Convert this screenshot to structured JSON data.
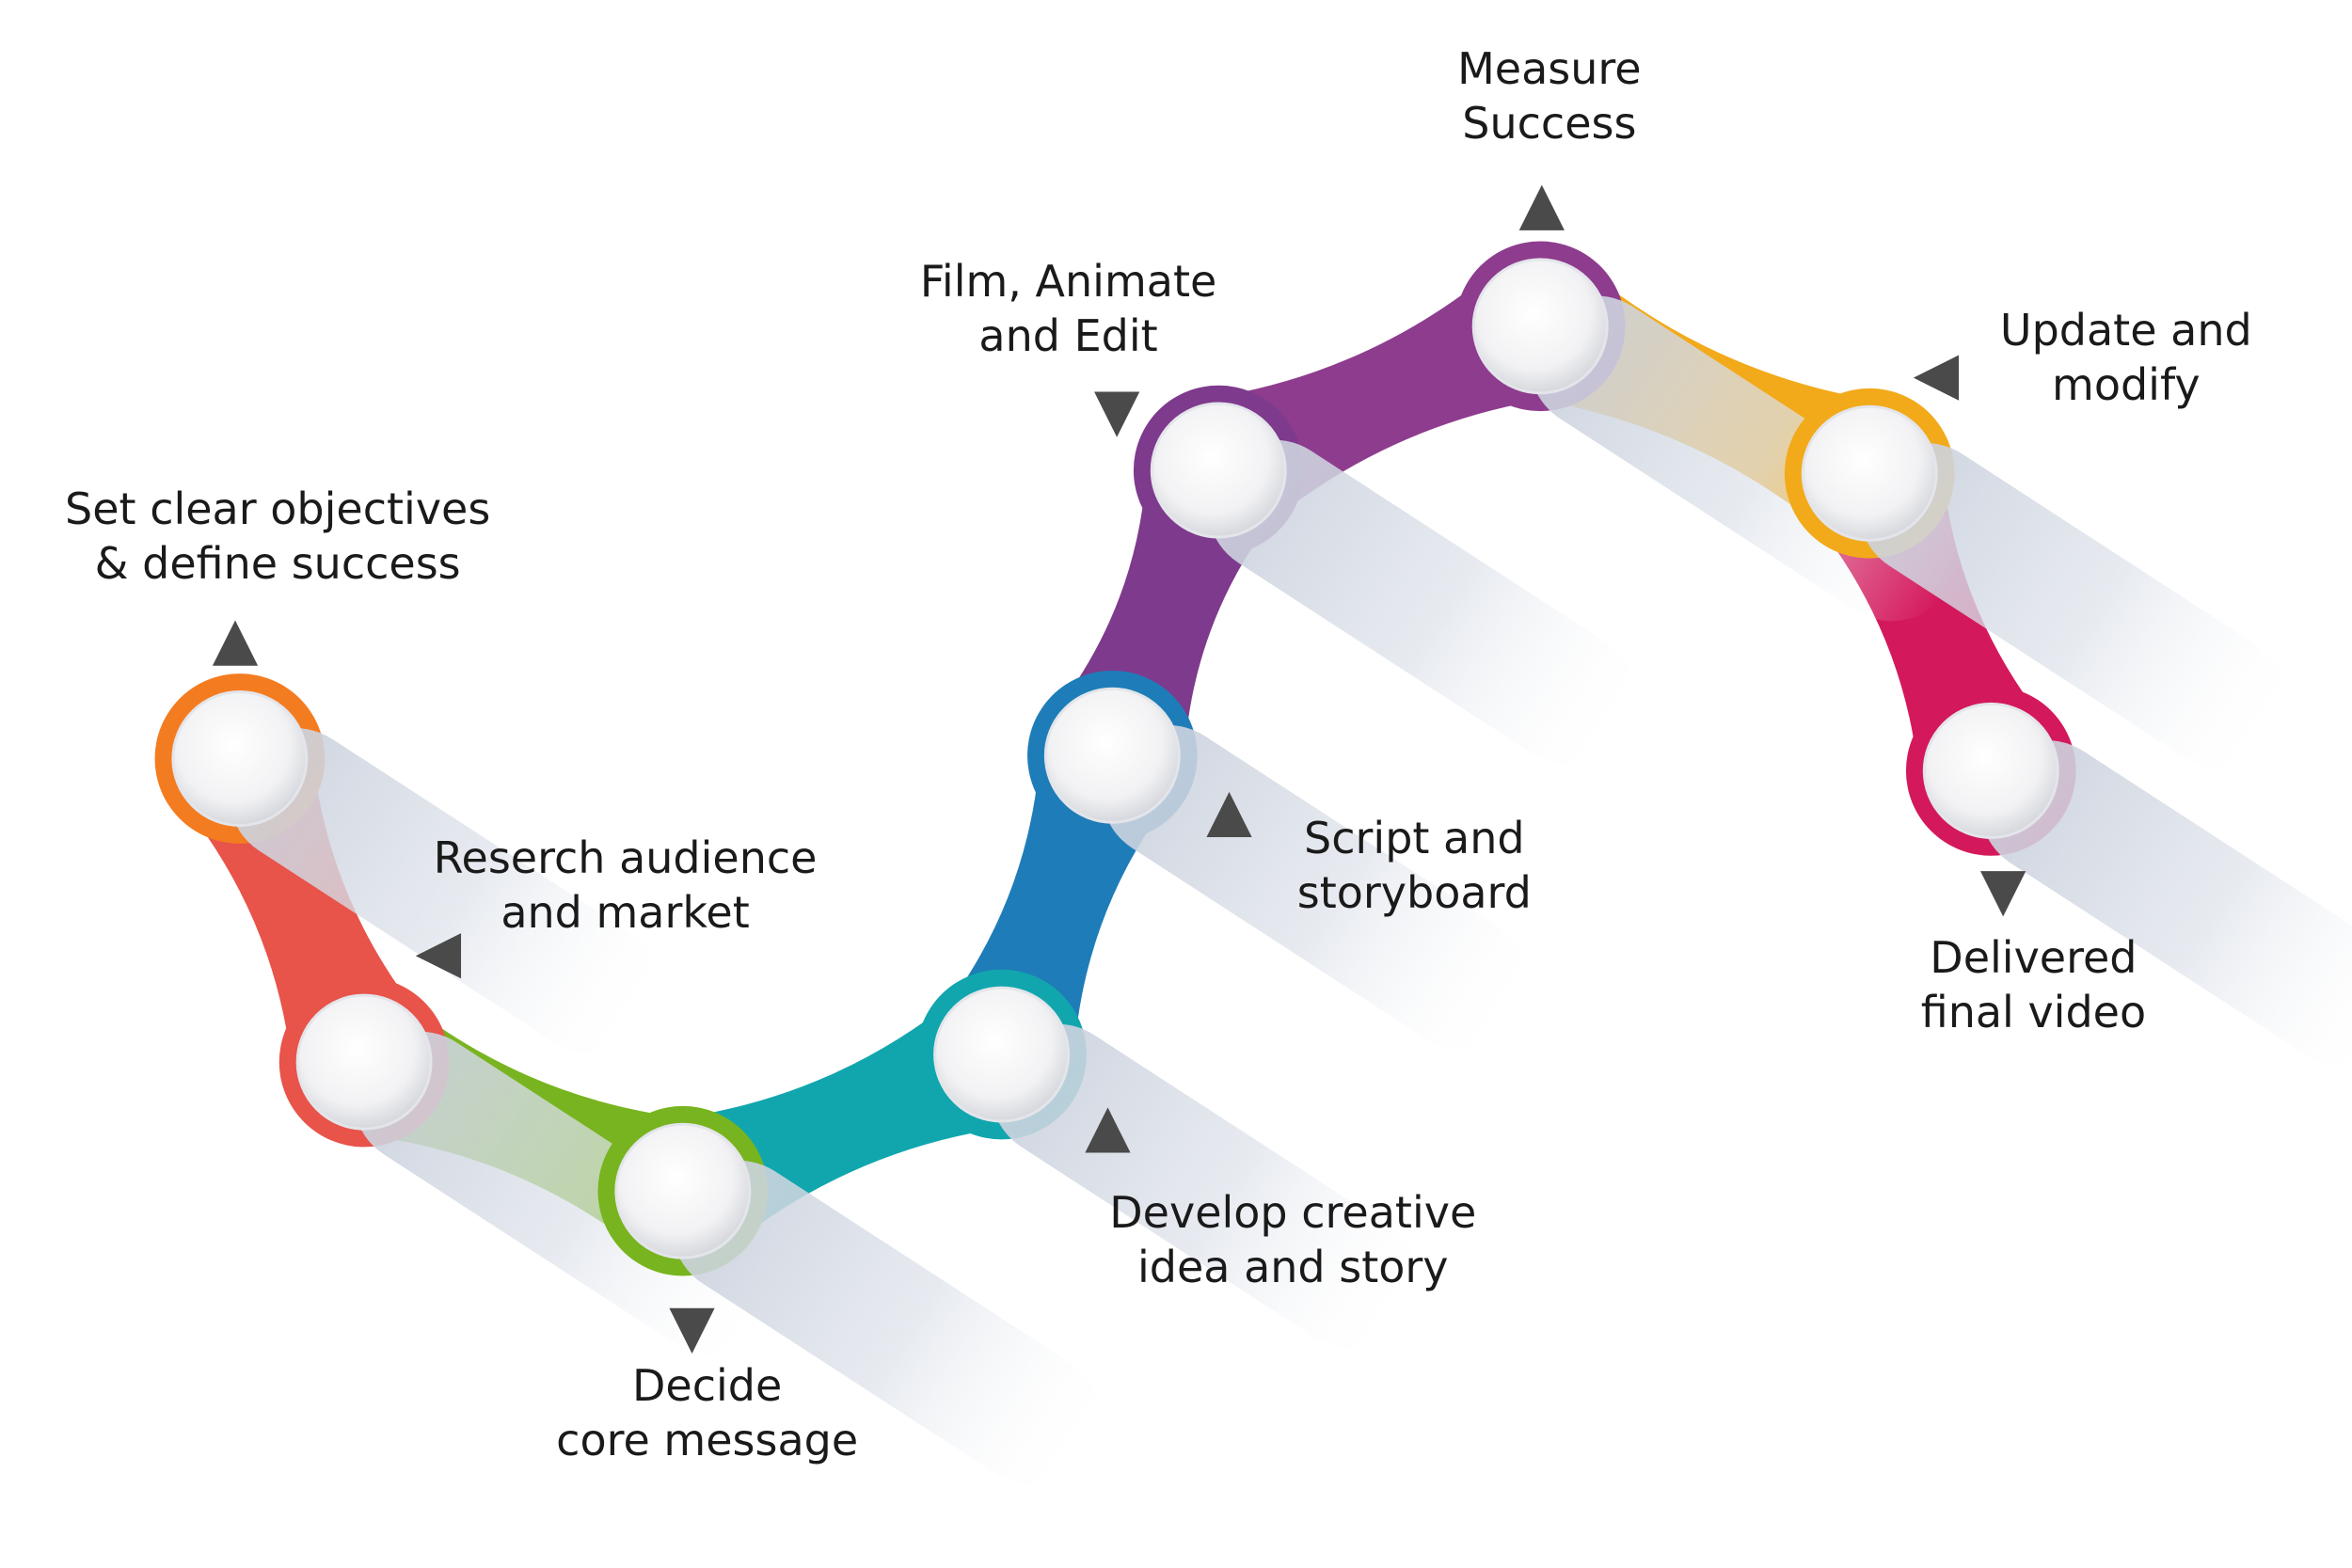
{
  "steps": [
    {
      "label": "Set clear objectives\n& define success",
      "color": "#F47C20",
      "marker": "triangle-up-icon"
    },
    {
      "label": "Reserch audience\nand market",
      "color": "#E8534A",
      "marker": "triangle-left-icon"
    },
    {
      "label": "Decide\ncore message",
      "color": "#78B41F",
      "marker": "triangle-down-icon"
    },
    {
      "label": "Develop creative\nidea and story",
      "color": "#11A6AE",
      "marker": "triangle-up-icon"
    },
    {
      "label": "Script and\nstoryboard",
      "color": "#1E7DB8",
      "marker": "triangle-up-icon"
    },
    {
      "label": "Film, Animate\nand Edit",
      "color": "#7E3A8C",
      "marker": "triangle-down-icon"
    },
    {
      "label": "Measure\nSuccess",
      "color": "#8E3C8E",
      "marker": "triangle-up-icon"
    },
    {
      "label": "Update and\nmodify",
      "color": "#F2AA1A",
      "marker": "triangle-left-icon"
    },
    {
      "label": "Delivered\nfinal video",
      "color": "#D4185C",
      "marker": "triangle-down-icon"
    }
  ]
}
